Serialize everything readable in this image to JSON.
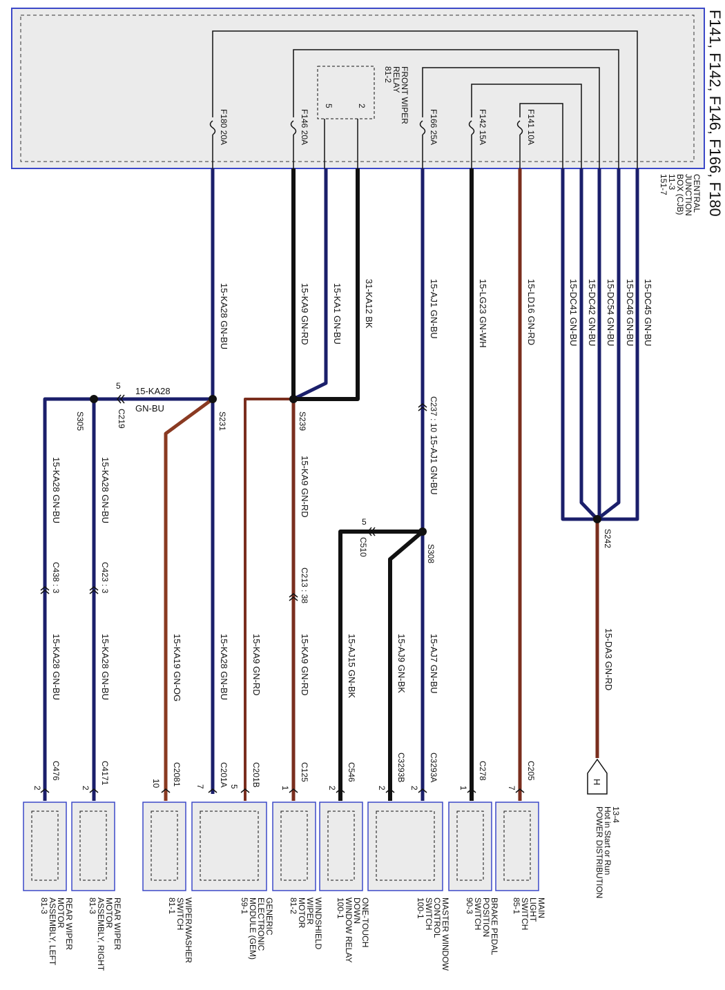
{
  "title": "F141, F142, F146, F166, F180",
  "cjb": {
    "name_lines": [
      "CENTRAL",
      "JUNCTION",
      "BOX (CJB)",
      "11-3",
      "151-7"
    ],
    "relay_lines": [
      "FRONT WIPER",
      "RELAY",
      "81-2"
    ],
    "relay_pins": [
      "5",
      "2"
    ],
    "fuses": [
      "F180  20A",
      "F146  20A",
      "F166  25A",
      "F142  15A",
      "F141  10A"
    ]
  },
  "wires": {
    "ka28": "15-KA28   GN-BU",
    "ka9": "15-KA9   GN-RD",
    "ka1": "15-KA1   GN-BU",
    "ka12": "31-KA12   BK",
    "aj1": "15-AJ1   GN-BU",
    "lg23": "15-LG23   GN-WH",
    "ld16": "15-LD16   GN-RD",
    "dc41": "15-DC41   GN-BU",
    "dc42": "15-DC42   GN-BU",
    "dc54": "15-DC54   GN-BU",
    "dc46": "15-DC46   GN-BU",
    "dc45": "15-DC45   GN-BU",
    "ka28_top_circuit": "15-KA28",
    "ka28_top_color": "GN-BU",
    "ka28_left_a": "15-KA28   GN-BU",
    "ka28_left_b": "15-KA28   GN-BU",
    "ka28_left_c": "15-KA28   GN-BU",
    "ka28_left_d": "15-KA28   GN-BU",
    "ka19": "15-KA19   GN-OG",
    "ka28_gem": "15-KA28   GN-BU",
    "ka9_gem": "15-KA9   GN-RD",
    "ka9_mid": "15-KA9   GN-RD",
    "ka9_low": "15-KA9   GN-RD",
    "aj1_mid": "15-AJ1   GN-BU",
    "aj15": "15-AJ15   GN-BK",
    "aj9": "15-AJ9   GN-BK",
    "aj7": "15-AJ7   GN-BU",
    "da3": "15-DA3   GN-RD"
  },
  "splices": [
    "S305",
    "S231",
    "S239",
    "S308",
    "S242"
  ],
  "inline_connectors": {
    "c219": "C219",
    "c219_pin": "5",
    "c237": "C237 : 10",
    "c510": "C510",
    "c510_pin": "5",
    "c438": "C438 : 3",
    "c423": "C423 : 3",
    "c213": "C213 : 38"
  },
  "terminal_connectors": [
    {
      "id": "C476",
      "pin": "2"
    },
    {
      "id": "C4171",
      "pin": "2"
    },
    {
      "id": "C2081",
      "pin": "10"
    },
    {
      "id": "C201A",
      "pin": "7"
    },
    {
      "id": "C201B",
      "pin": "5"
    },
    {
      "id": "C125",
      "pin": "1"
    },
    {
      "id": "C546",
      "pin": "2"
    },
    {
      "id": "C3293B",
      "pin": "2"
    },
    {
      "id": "C3293A",
      "pin": "2"
    },
    {
      "id": "C278",
      "pin": "1"
    },
    {
      "id": "C205",
      "pin": "7"
    }
  ],
  "components": [
    {
      "lines": [
        "REAR WIPER",
        "MOTOR",
        "ASSEMBLY, LEFT",
        "81-3"
      ]
    },
    {
      "lines": [
        "REAR WIPER",
        "MOTOR",
        "ASSEMBLY, RIGHT",
        "81-3"
      ]
    },
    {
      "lines": [
        "WIPER/WASHER",
        "SWITCH",
        "81-1"
      ]
    },
    {
      "lines": [
        "GENERIC",
        "ELECTRONIC",
        "MODULE (GEM)",
        "59-1"
      ]
    },
    {
      "lines": [
        "WINDSHIELD",
        "WIPER",
        "MOTOR",
        "81-2"
      ]
    },
    {
      "lines": [
        "ONE-TOUCH",
        "DOWN",
        "WINDOW RELAY",
        "100-1"
      ]
    },
    {
      "lines": [
        "MASTER WINDOW",
        "CONTROL",
        "SWITCH",
        "100-1"
      ]
    },
    {
      "lines": [
        "BRAKE PEDAL",
        "POSITION",
        "SWITCH",
        "90-3"
      ]
    },
    {
      "lines": [
        "MAIN",
        "LIGHT",
        "SWITCH",
        "85-1"
      ]
    }
  ],
  "power_dist": {
    "symbol": "H",
    "lines": [
      "13-4",
      "Hot in Start or Run",
      "POWER DISTRIBUTION"
    ]
  },
  "colors": {
    "gn_bu": "#1b1f6b",
    "gn_rd": "#7a2e1e",
    "gn_og": "#8a3a22",
    "black": "#111111",
    "box_border": "#3b48c8",
    "box_fill": "#eaeaea"
  }
}
